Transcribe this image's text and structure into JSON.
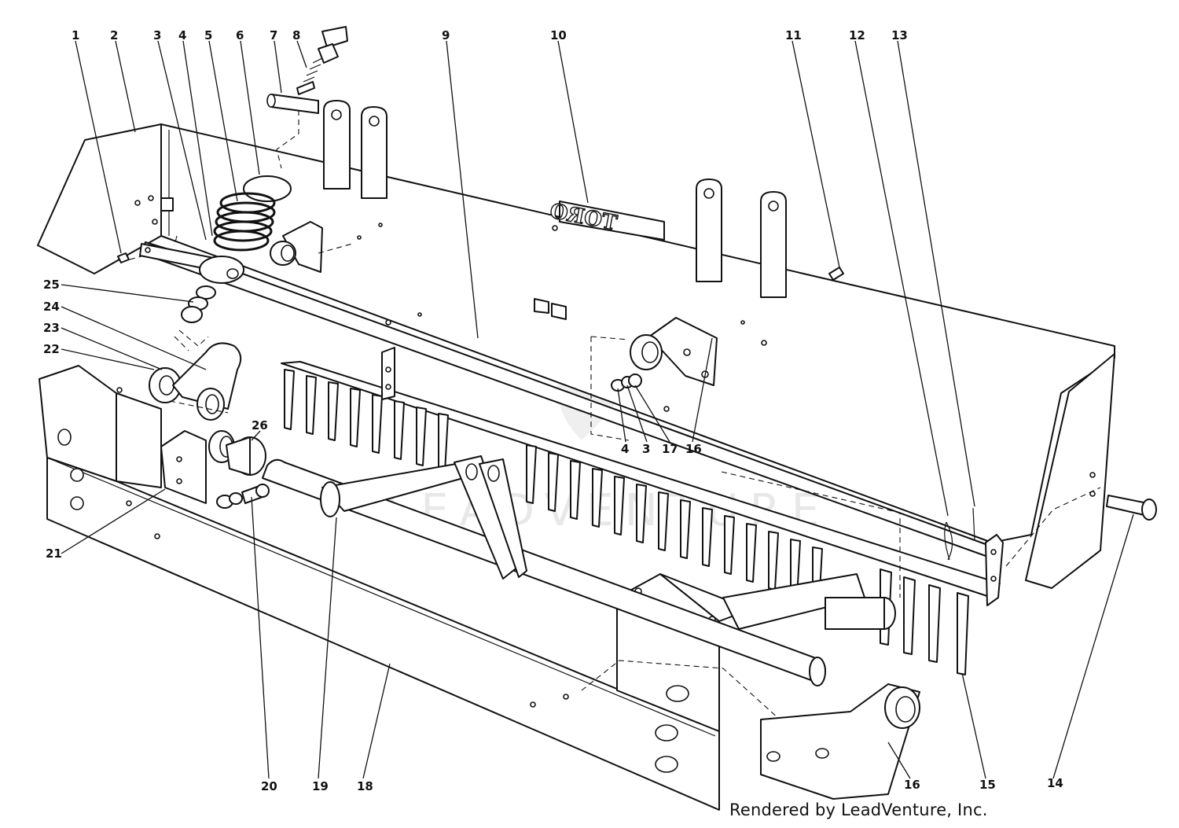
{
  "diagram": {
    "credit": "Rendered by LeadVenture, Inc.",
    "watermark": "LEADVENTURE",
    "nameplate": "TORO",
    "callouts": [
      "1",
      "2",
      "3",
      "4",
      "5",
      "6",
      "7",
      "8",
      "9",
      "10",
      "11",
      "12",
      "13",
      "4",
      "3",
      "17",
      "16",
      "25",
      "24",
      "23",
      "22",
      "26",
      "21",
      "20",
      "19",
      "18",
      "16",
      "15",
      "14"
    ]
  }
}
